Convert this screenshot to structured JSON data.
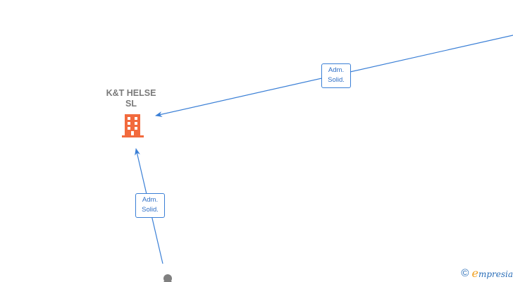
{
  "company": {
    "name_line1": "K&T HELSE",
    "name_line2": "SL",
    "icon": "building-icon",
    "icon_color": "#f26a3d"
  },
  "edges": [
    {
      "id": "edge-top-right",
      "label_line1": "Adm.",
      "label_line2": "Solid."
    },
    {
      "id": "edge-bottom",
      "label_line1": "Adm.",
      "label_line2": "Solid."
    }
  ],
  "colors": {
    "edge": "#3a7fd6",
    "person_node": "#808080",
    "label_text": "#2f6fc6"
  },
  "watermark": {
    "copyright_symbol": "©",
    "brand_initial": "e",
    "brand_rest": "mpresia"
  }
}
